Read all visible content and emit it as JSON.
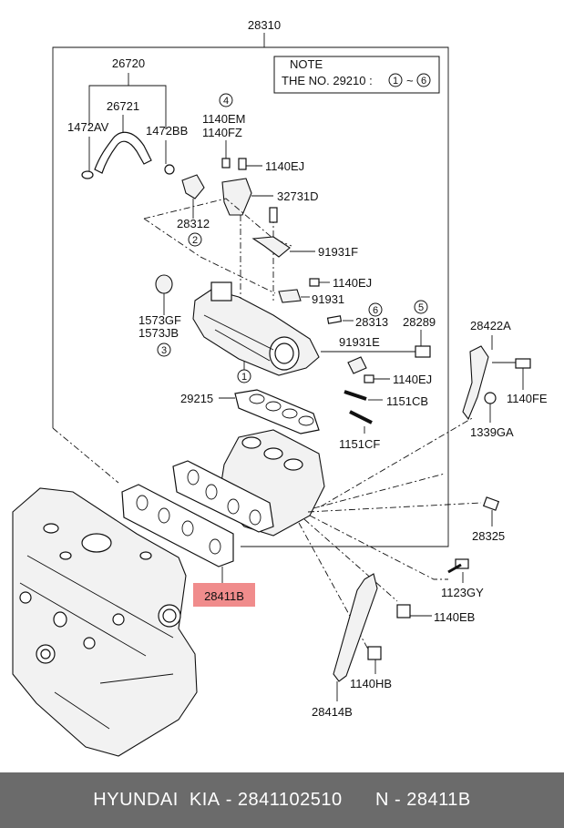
{
  "labels": {
    "top": "28310",
    "hose_assy": "26720",
    "hose": "26721",
    "clamp_left": "1472AV",
    "clamp_right": "1472BB",
    "screw_a": "1140EM",
    "screw_b": "1140FZ",
    "bolt_a": "1140EJ",
    "bracket_a": "32731D",
    "sensor": "28312",
    "bracket_b": "91931F",
    "bolt_b": "1140EJ",
    "bracket_c": "91931",
    "cap_a": "1573GF",
    "cap_b": "1573JB",
    "pin": "28313",
    "sensor_b": "28289",
    "bracket_d": "91931E",
    "bolt_c": "1140EJ",
    "stay": "28422A",
    "bolt_stay": "1140FE",
    "gasket": "29215",
    "stud_a": "1151CB",
    "nut": "1339GA",
    "stud_b": "1151CF",
    "plug": "28325",
    "bolt_d": "1123GY",
    "gasket_highlight": "28411B",
    "bolt_e": "1140EB",
    "bolt_f": "1140HB",
    "stay_b": "28414B"
  },
  "note": {
    "title": "NOTE",
    "text_prefix": "THE NO. 29210 :",
    "range_start": "1",
    "range_sep": "~",
    "range_end": "6"
  },
  "refs": {
    "r1": "1",
    "r2": "2",
    "r3": "3",
    "r4": "4",
    "r5": "5",
    "r6": "6"
  },
  "footer": {
    "brand": "HYUNDAI  KIA",
    "part_number": "2841102510",
    "code": "28411B"
  },
  "colors": {
    "highlight": "#f08c8c",
    "footer_bg": "#6b6b6b"
  }
}
